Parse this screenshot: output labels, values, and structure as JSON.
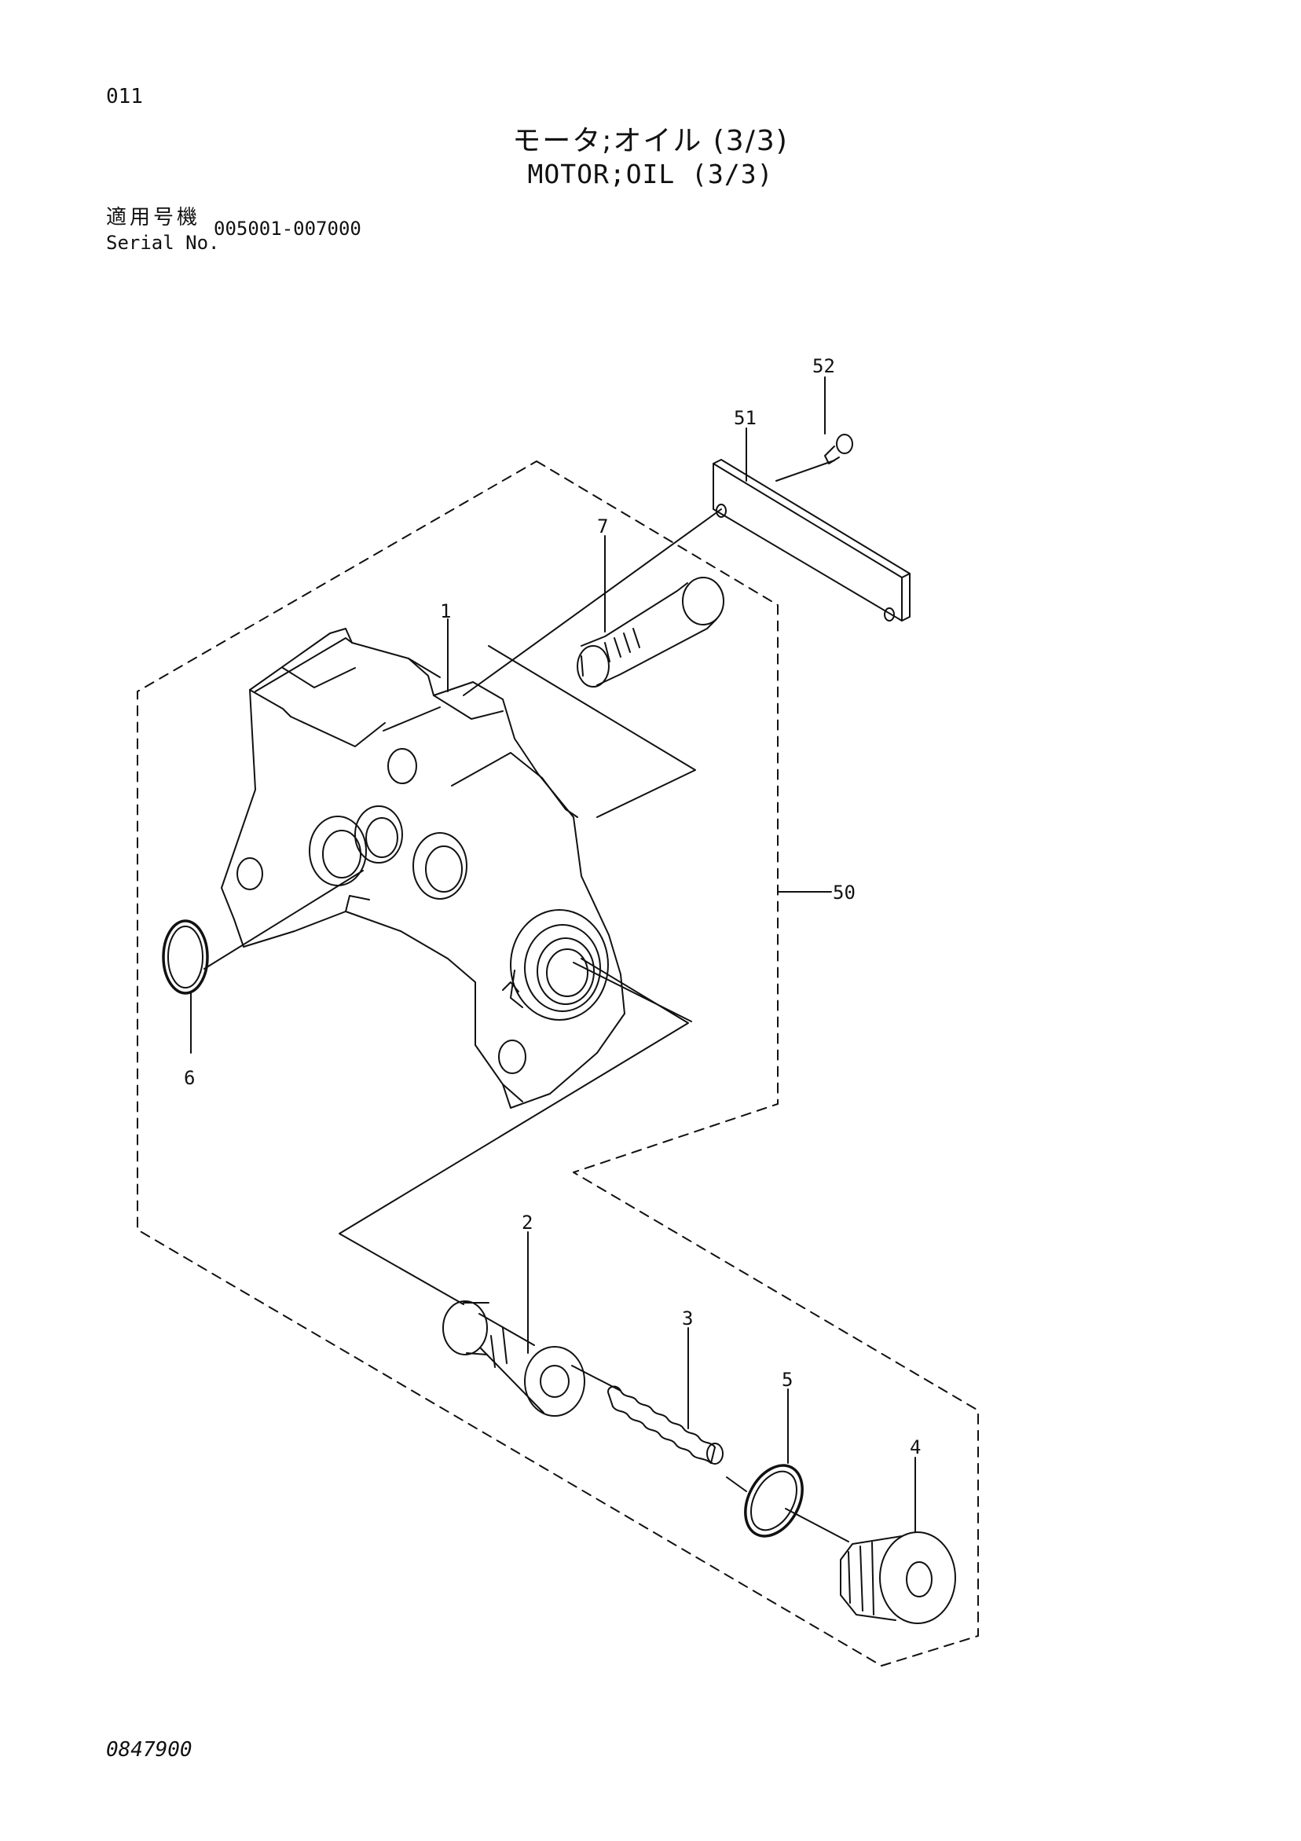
{
  "header": {
    "page_number": "011",
    "title_jp": "モータ;オイル (3/3)",
    "title_en": "MOTOR;OIL (3/3)",
    "serial_label_jp": "適用号機",
    "serial_label_en": "Serial No.",
    "serial_range": "005001-007000"
  },
  "parts": {
    "p1": "1",
    "p2": "2",
    "p3": "3",
    "p4": "4",
    "p5": "5",
    "p6": "6",
    "p7": "7",
    "p50": "50",
    "p51": "51",
    "p52": "52"
  },
  "footer": {
    "doc_code": "0847900"
  }
}
